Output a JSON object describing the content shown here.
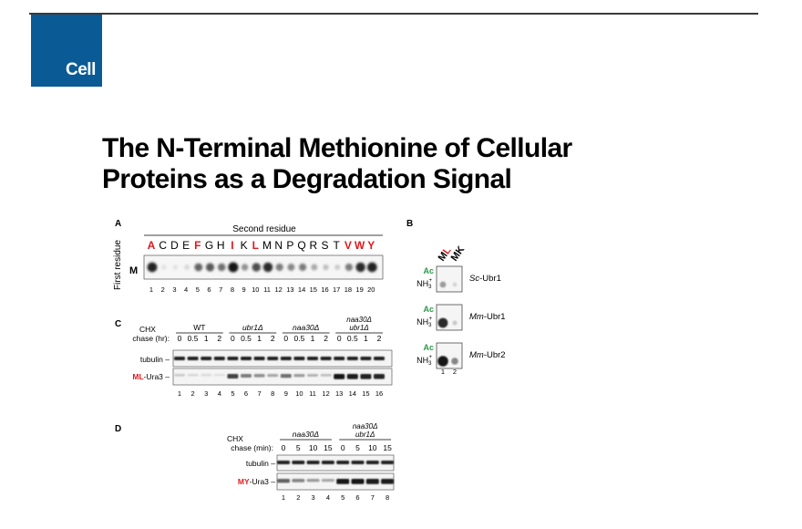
{
  "journal": "Cell",
  "title_lines": [
    "The N-Terminal Methionine of Cellular",
    "Proteins as a Degradation Signal"
  ],
  "colors": {
    "journal_blue": "#0a5a96",
    "highlight_red": "#e0191e",
    "acetyl_green": "#2a9a48"
  },
  "panelA": {
    "letter": "A",
    "heading": "Second residue",
    "side_label": "First residue",
    "row_label": "M",
    "residues": [
      {
        "l": "A",
        "hl": true
      },
      {
        "l": "C",
        "hl": false
      },
      {
        "l": "D",
        "hl": false
      },
      {
        "l": "E",
        "hl": false
      },
      {
        "l": "F",
        "hl": true
      },
      {
        "l": "G",
        "hl": false
      },
      {
        "l": "H",
        "hl": false
      },
      {
        "l": "I",
        "hl": true
      },
      {
        "l": "K",
        "hl": false
      },
      {
        "l": "L",
        "hl": true
      },
      {
        "l": "M",
        "hl": false
      },
      {
        "l": "N",
        "hl": false
      },
      {
        "l": "P",
        "hl": false
      },
      {
        "l": "Q",
        "hl": false
      },
      {
        "l": "R",
        "hl": false
      },
      {
        "l": "S",
        "hl": false
      },
      {
        "l": "T",
        "hl": false
      },
      {
        "l": "V",
        "hl": true
      },
      {
        "l": "W",
        "hl": true
      },
      {
        "l": "Y",
        "hl": true
      }
    ],
    "spot_intensity": [
      0.9,
      0.05,
      0.05,
      0.1,
      0.6,
      0.65,
      0.55,
      0.95,
      0.4,
      0.7,
      0.85,
      0.5,
      0.45,
      0.5,
      0.3,
      0.2,
      0.15,
      0.5,
      0.85,
      0.9
    ],
    "lane_numbers": [
      "1",
      "2",
      "3",
      "4",
      "5",
      "6",
      "7",
      "8",
      "9",
      "10",
      "11",
      "12",
      "13",
      "14",
      "15",
      "16",
      "17",
      "18",
      "19",
      "20"
    ]
  },
  "panelB": {
    "letter": "B",
    "peptides": [
      {
        "text": "ML",
        "hl": true
      },
      {
        "text": "MK",
        "hl": false
      }
    ],
    "ac_label": "Ac",
    "nh3_label": "NH",
    "nh3_sub": "3",
    "nh3_sup": "+",
    "rows": [
      {
        "label_prefix": "Sc",
        "label_suffix": "-Ubr1",
        "spots": [
          0.35,
          0.1
        ]
      },
      {
        "label_prefix": "Mm",
        "label_suffix": "-Ubr1",
        "spots": [
          0.85,
          0.15
        ]
      },
      {
        "label_prefix": "Mm",
        "label_suffix": "-Ubr2",
        "spots": [
          0.95,
          0.45
        ]
      }
    ],
    "lane_numbers": [
      "1",
      "2"
    ]
  },
  "panelC": {
    "letter": "C",
    "chx_label": "CHX",
    "chase_label": "chase (hr):",
    "strains": [
      "WT",
      "ubr1Δ",
      "naa30Δ",
      "naa30Δ ubr1Δ"
    ],
    "time_points": [
      "0",
      "0.5",
      "1",
      "2"
    ],
    "band1_label": "tubulin",
    "band2_prefix": "ML",
    "band2_suffix": "-Ura3",
    "band2_intensity": [
      0.15,
      0.1,
      0.08,
      0.06,
      0.75,
      0.5,
      0.4,
      0.3,
      0.55,
      0.35,
      0.25,
      0.2,
      0.95,
      0.92,
      0.9,
      0.88
    ],
    "lane_numbers": [
      "1",
      "2",
      "3",
      "4",
      "5",
      "6",
      "7",
      "8",
      "9",
      "10",
      "11",
      "12",
      "13",
      "14",
      "15",
      "16"
    ]
  },
  "panelD": {
    "letter": "D",
    "chx_label": "CHX",
    "chase_label": "chase (min):",
    "strains": [
      "naa30Δ",
      "naa30Δ ubr1Δ"
    ],
    "time_points": [
      "0",
      "5",
      "10",
      "15"
    ],
    "band1_label": "tubulin",
    "band2_prefix": "MY",
    "band2_suffix": "-Ura3",
    "band2_intensity": [
      0.6,
      0.45,
      0.35,
      0.3,
      0.95,
      0.95,
      0.93,
      0.92
    ],
    "lane_numbers": [
      "1",
      "2",
      "3",
      "4",
      "5",
      "6",
      "7",
      "8"
    ]
  }
}
